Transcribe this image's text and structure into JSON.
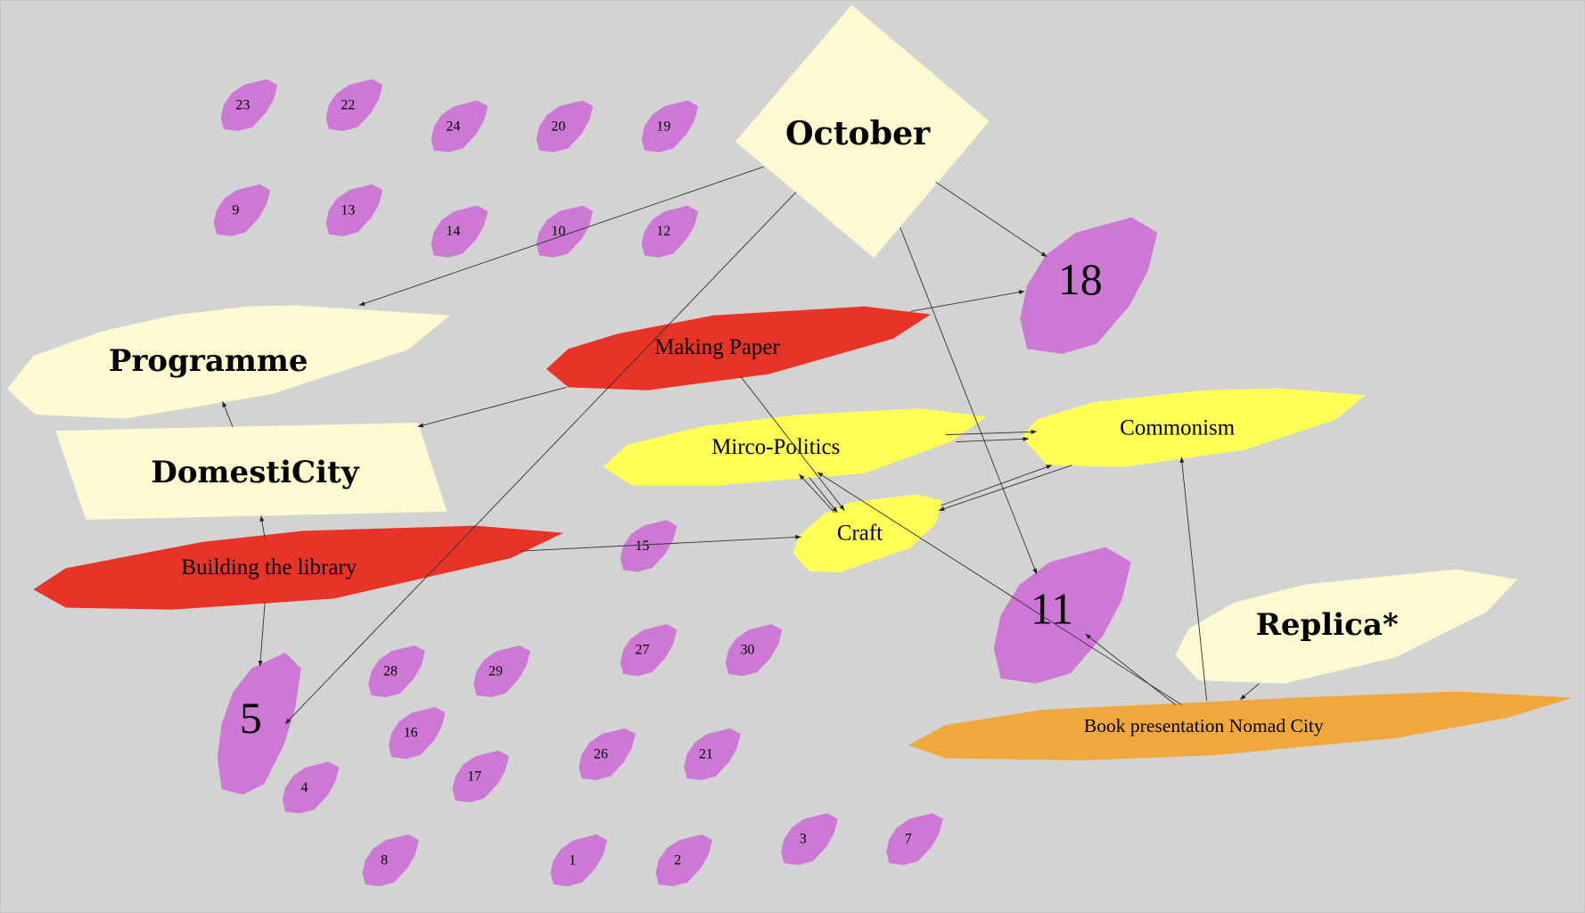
{
  "colors": {
    "background": "#d3d3d3",
    "cream": "#fdfad2",
    "red": "#e83426",
    "yellow": "#ffff55",
    "orange": "#f0a73b",
    "purple": "#cc78d4"
  },
  "nodes": {
    "october": "October",
    "programme": "Programme",
    "domesticity": "DomestiCity",
    "making_paper": "Making Paper",
    "building_library": "Building the library",
    "mirco_politics": "Mirco-Politics",
    "commonism": "Commonism",
    "craft": "Craft",
    "replica": "Replica*",
    "book_presentation": "Book presentation Nomad City",
    "n18": "18",
    "n11": "11",
    "n5": "5"
  },
  "small_nodes": [
    "23",
    "22",
    "24",
    "20",
    "19",
    "9",
    "13",
    "14",
    "10",
    "12",
    "15",
    "28",
    "29",
    "27",
    "30",
    "16",
    "4",
    "17",
    "26",
    "21",
    "8",
    "1",
    "2",
    "3",
    "7"
  ]
}
